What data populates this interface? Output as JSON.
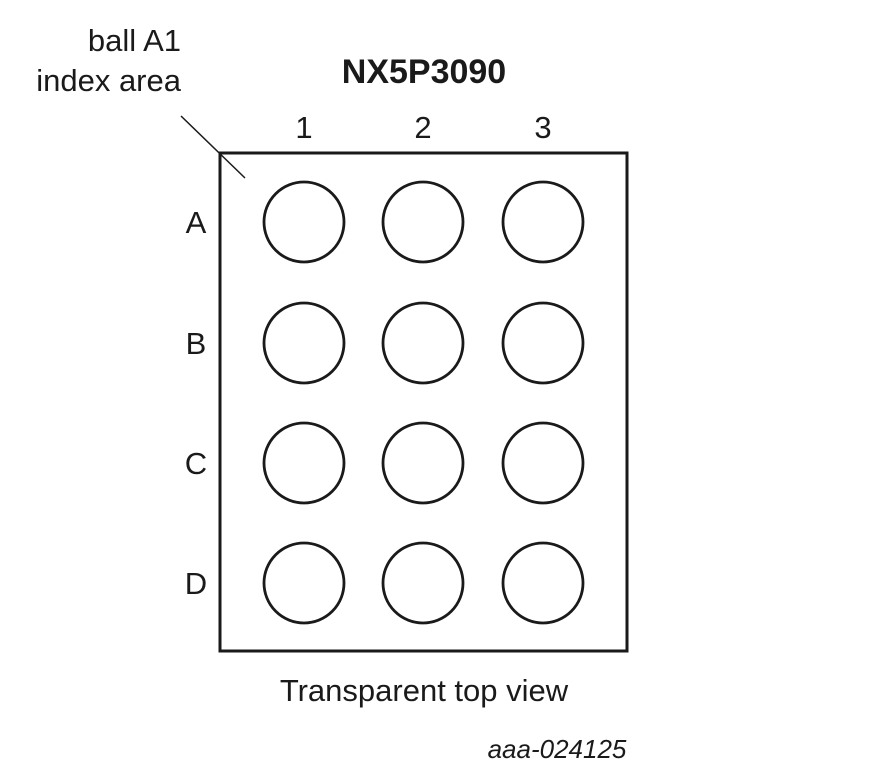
{
  "index_annotation": {
    "line1": "ball A1",
    "line2": "index area"
  },
  "title": "NX5P3090",
  "columns": [
    "1",
    "2",
    "3"
  ],
  "rows": [
    "A",
    "B",
    "C",
    "D"
  ],
  "caption": "Transparent top view",
  "figure_id": "aaa-024125"
}
